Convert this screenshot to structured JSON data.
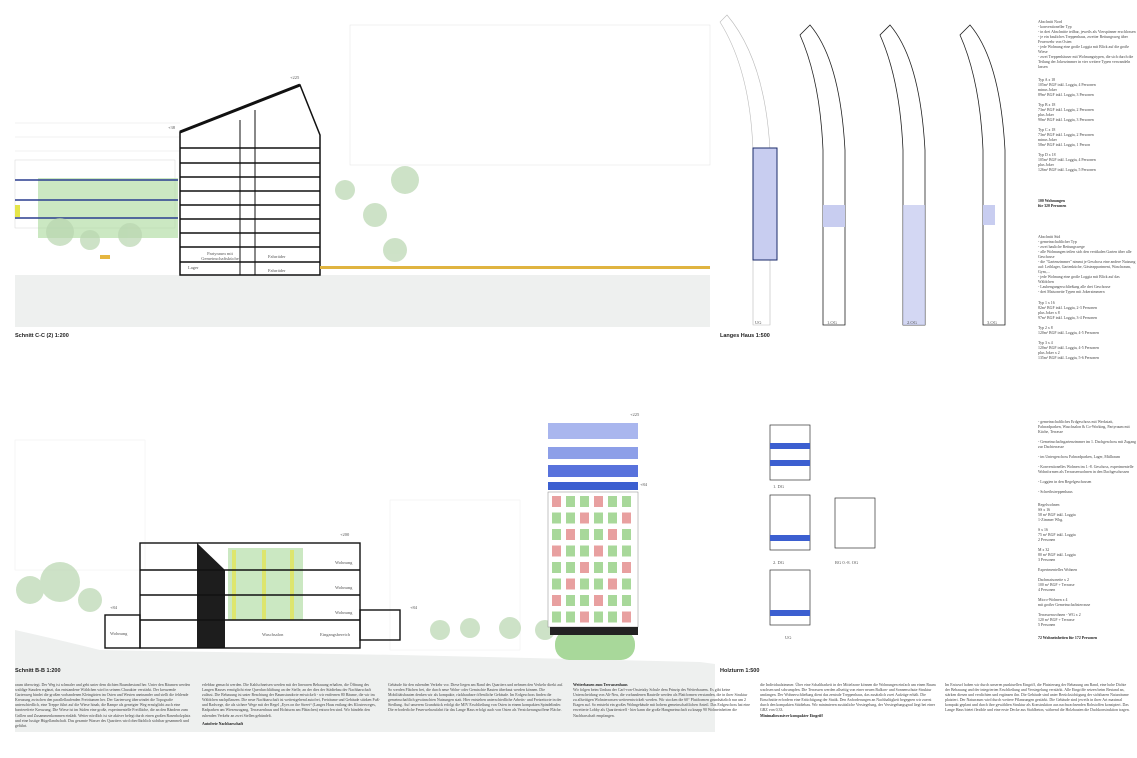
{
  "sections": {
    "cc": {
      "caption": "Schnitt C-C (2) 1:200",
      "rooms": [
        "Lager",
        "Fahrräder",
        "Fahrräder",
        "Partyraum mit Gemeinschaftsküche"
      ],
      "levels": [
        "+38",
        "+225"
      ]
    },
    "bb": {
      "caption": "Schnitt B-B 1:200",
      "rooms": [
        "Wohnung",
        "Wohnung",
        "Wohnung",
        "Wohnung",
        "Waschsalon",
        "Eingangsbereich"
      ],
      "levels": [
        "+200",
        "+84",
        "+84",
        "+225",
        "+84"
      ]
    }
  },
  "langes_haus": {
    "caption": "Langes Haus 1:500",
    "floors": [
      "UG",
      "1.OG",
      "2.OG",
      "3.OG"
    ]
  },
  "holzturm": {
    "caption": "Holzturm 1:500",
    "floors": [
      "1. DG",
      "2. DG",
      "RG 0.-8. OG",
      "UG"
    ]
  },
  "side_top": {
    "nord": "Abschnitt Nord\n- konventioneller Typ\n- in drei Abschnitte teilbar, jeweils als Vierspänner erschlossen\n- je ein bauliches Treppenhaus, zweiter Rettungsweg über Feuerwehr von Osten\n- jede Wohnung eine große Loggia mit Blick auf die große Wiese\n- zwei Treppenhäuser mit Wohnungstypen, die sich durch die Teilung der Jokerzimmer in vier weitere Typen verwandeln lassen",
    "types_a": "Typ A x 18\n105m² BGF inkl. Loggia, 4 Personen\nminus Joker\n89m² BGF inkl. Loggia, 3 Personen\n\nTyp B x 18\n73m² BGF inkl. Loggia, 2 Personen\nplus Joker\n90m² BGF inkl. Loggia, 3 Personen\n\nTyp C x 18\n73m² BGF inkl. Loggia, 2 Personen\nminus Joker\n58m² BGF inkl. Loggia, 1 Person\n\nTyp D x 18\n105m² BGF inkl. Loggia, 4 Personen\nplus Joker\n126m² BGF inkl. Loggia, 5 Personen",
    "total": "100 Wohnungen\nfür 320 Personen",
    "sued": "Abschnitt Süd\n- gemeinschaftlicher Typ\n- zwei bauliche Rettungswege\n- alle Wohnungen teilen sich den vertikalen Garten über alle Geschosse\n- die \"Gartenzimmer\" nimmt je Geschoss eine andere Nutzung auf: Leihlager, Gartenküche, Gästeappartment, Waschraum, Gym,...\n- jede Wohnung eine große Loggia mit Blick auf das Wäldchen\n- Laubengangerschließung alle drei Geschosse\n- drei Maisonette Typen mit Jokerzimmern",
    "types_b": "Typ 1 x 16\n82m² BGF inkl. Loggia, 2-3 Personen\nplus Joker x 8\n97m² BGF inkl. Loggia, 3-4 Personen\n\nTyp 2 x 8\n120m² BGF inkl. Loggia, 4-5 Personen\n\nTyp 3 x 4\n120m² BGF inkl. Loggia, 4-5 Personen\nplus Joker x 2\n135m² BGF inkl. Loggia, 5-6 Personen"
  },
  "side_bottom": {
    "list": "- gemeinschaftliches Erdgeschoss mit Werkstatt, Fahrradparken, Waschsalon & Co-Working, Partyraum mit Küche, Terrasse\n\n- Gemeinschaftsgartenzimmer im 1. Dachgeschoss mit Zugang zur Dachterrasse\n\n- im Untergeschoss Fahrradparken, Lager, Müllraum\n\n- Konventionelles Wohnen im 1.-8. Geschoss, experimentelle Wohnformen als Terrassenwohnen in den Dachgeschossen\n\n- Loggien in den Regelgeschossen\n\n- Schreibstreppenhaus",
    "types": "Regelwohnen\nSS x 16\n58 m² BGF inkl. Loggia\n1-Zimmer Whg.\n\nS x 16\n75 m² BGF inkl. Loggia\n2 Personen\n\nM x 32\n80 m² BGF inkl. Loggia\n3 Personen\n\nExperimentelles Wohnen\n\nDachmaisonette x 2\n100 m² BGF + Terrasse\n4 Personen\n\nMicro-Wohnen x 4\nmit großer Gemeinschaftsterrasse\n\nTerrassenwohnen - WG x 2\n120 m² BGF + Terrasse\n5 Personen",
    "total": "72 Wohneinheiten für 172 Personen"
  },
  "text_columns": [
    {
      "heading": "",
      "body": "raum überwiegt. Der Weg ist schmaler und geht unter dem dichten Baumbestand her. Unter den Bäumen werden waldige Stauden ergänzt, das entstandene Wäldchen wird in seinem Charakter verstärkt. Der kreuzende Gartenweg bindet die großen vorhandenen Kleingärten im Osten und Westen aneinander und stellt die fehlende Kreuzung zwischen den parallellaufenden Freiräumen her. Der Gartenweg überwindet die Topografie unterschiedlich, eine Treppe führt auf die Wiese hinab, die Rampe als geneigter Weg ermöglicht auch eine barrierefreie Kreuzung. Die Wiese ist im Süden eine große, experimentelle Freifläche, die an den Rändern zum Grillen und Zusammenkommen einlädt. Weiter nördlich ist sie aktiver belegt durch einen großen Rasenbolzplatz und eine lustige Hügellandschaft. Das gesamte Wasser des Quartiers wird oberflächlich sichtbar gesammelt und geführt."
    },
    {
      "heading": "Autofreie Nachbarschaft",
      "body": "erlebbar gemacht werden. Die Kahlschneisen werden mit der lineraren Bebauung erhalten, die Öffnung des Langen Hauses ermöglicht eine Querdurchlüftung an der Stelle, an der dies der Städtebau der Nachbarschaft zulässt. Die Bebauung ist unter Beachtung der Baumstandorte entwickelt - wir entfernen 80 Bäume, die wir im Wäldchen nachpflanzen. Die neue Nachbarschaft ist weitestgehend autofrei, Freiräume und Gebäude stärken Fuß- und Radwege, die als sichere Wege mit der Regel „Eyes on the Street“ (Langes Haus entlang des Klosterweges, Radparken am Wiesenzugang, Terrassenhaus und Holzturm am Plätzchen) entworfen sind. Wir bündeln den ruhenden Verkehr an zwei Stellen gebündelt."
    },
    {
      "heading": "",
      "body": "Gebäude für den ruhenden Verkehr vor. Diese liegen am Rand des Quartiers und nehmen den Verkehr direkt auf. So werden Flächen frei, die durch neue Wohn- oder Gemischte Bauten überbaut werden können. Die Mobilitätsbauten denken wir als kompakte, rückbaubare öffentliche Gebäude. Im Erdgeschoss finden die gemeinschaftlich gewünschten Nutzungen statt. Hier entstehen unterschiedliche Arbeits- und Freizeitorte in der Siedlung. Auf unserem Grundstück erfolgt die MIV Erschließung von Osten in einem kompakten Spindelinder. Die erforderliche Feuerwehrzufahrt für das Lange Haus erfolgt auch von Osten als Versickerungsoffene Fläche."
    },
    {
      "heading": "Weiterbauen zum Terrassenhaus",
      "body": "Wir folgen beim Umbau der Carl-von-Ossietzky Schule dem Prinzip des Weiterbauens. Es gibt keine Unterscheidung von Alt-Neu, die vorhandenen Bauteile werden als Plattformen verstanden, die in ihrer Struktur zu allseitigen Wohnterrassen weiterentwickelt werden. Wir stocken die 60° Plattformen grundsätzlich nur um 2 Etagen auf. So entsteht ein großes Wohngebäude mit hohem gemeinschaftlichen Anteil. Das Erdgeschoss hat eine erweiterte Lobby als Quartierstreff - hier kann die große Hangmeinschaft zu knapp 90 Wohneinheiten die Nachbarschaft empfangen."
    },
    {
      "heading": "Minimalinvasiver kompakter Eingriff",
      "body": "die Individualzimmer. Über eine Schaltbarkeit in der Mittelzone können die Wohnungen einfach um einen Raum wachsen und schrumpfen. Die Terrassen werden allseitig von einer neuen Balkon- und Sonnenschutz-Struktur umfangen. Der Wohnerschließung dient das zentrale Treppenhaus, das zusätzlich zwei Aufzüge erhält. Die Einschnitte erfordern eine Ertüchtigung der Statik. Den Anforderungen an Nachhaltigkeit begegnen wir zuerst durch den kompakten Städtebau. Wir minimieren zusätzliche Versiegelung, der Versiegelungsgrad liegt bei einer GRZ von 0,33."
    },
    {
      "heading": "",
      "body": "Im Entwurf haben wir durch unseren punktuellen Eingriff, die Platzierung der Bebauung am Rand, eine hohe Dichte der Bebauung und der integrierten Erschließung und Versiegelung verstärkt. Alle Eingriffe setzen beim Bestand an, stärken diesen und verdichten und ergänzen ihn. Die Gebäude sind unter Berücksichtigung der sichtbaren Naturräume platziert. Der Naturraum wird durch weitere Pflanzungen gestärkt. Die Gebäude sind jeweils in ihrer Art maximal kompakt geplant und durch ihre gewählten Struktur als Konstruktion aus nachwachsenden Rohstoffen konzipiert. Das Lange Haus bietet flexible und eine erste Decke aus Stahlbeton, während die Holzbauten die Dachkonstruktion tragen."
    }
  ],
  "colors": {
    "blue": "#3c5fd0",
    "green": "#a8d89a",
    "yellow": "#e5e54a",
    "pink": "#e8a0a0",
    "lilac": "#c8cdf0",
    "ground": "#eef0ef"
  }
}
